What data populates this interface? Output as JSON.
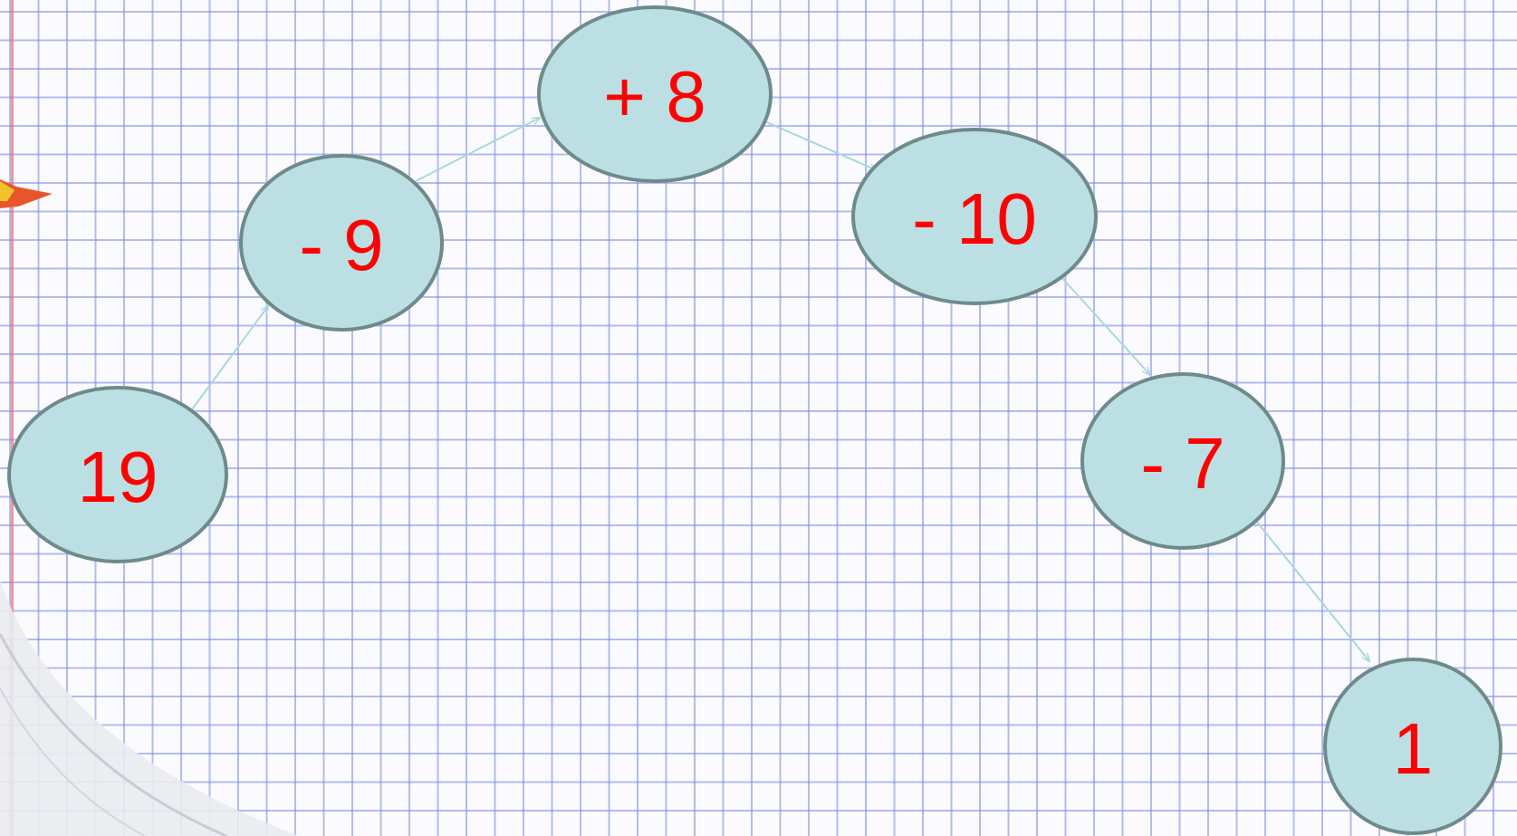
{
  "diagram": {
    "nodes": [
      {
        "id": "start",
        "label": "19"
      },
      {
        "id": "step1",
        "label": "- 9"
      },
      {
        "id": "step2",
        "label": "+ 8"
      },
      {
        "id": "step3",
        "label": "- 10"
      },
      {
        "id": "step4",
        "label": "- 7"
      },
      {
        "id": "result",
        "label": "1"
      }
    ],
    "edges": [
      {
        "from": "start",
        "to": "step1"
      },
      {
        "from": "step1",
        "to": "step2"
      },
      {
        "from": "step2",
        "to": "step3"
      },
      {
        "from": "step3",
        "to": "step4"
      },
      {
        "from": "step4",
        "to": "result"
      }
    ]
  },
  "colors": {
    "node_fill": "#bcdfe3",
    "node_stroke": "#6f8a8b",
    "label_text": "#ff0000",
    "arrow": "#a9d7dc"
  }
}
